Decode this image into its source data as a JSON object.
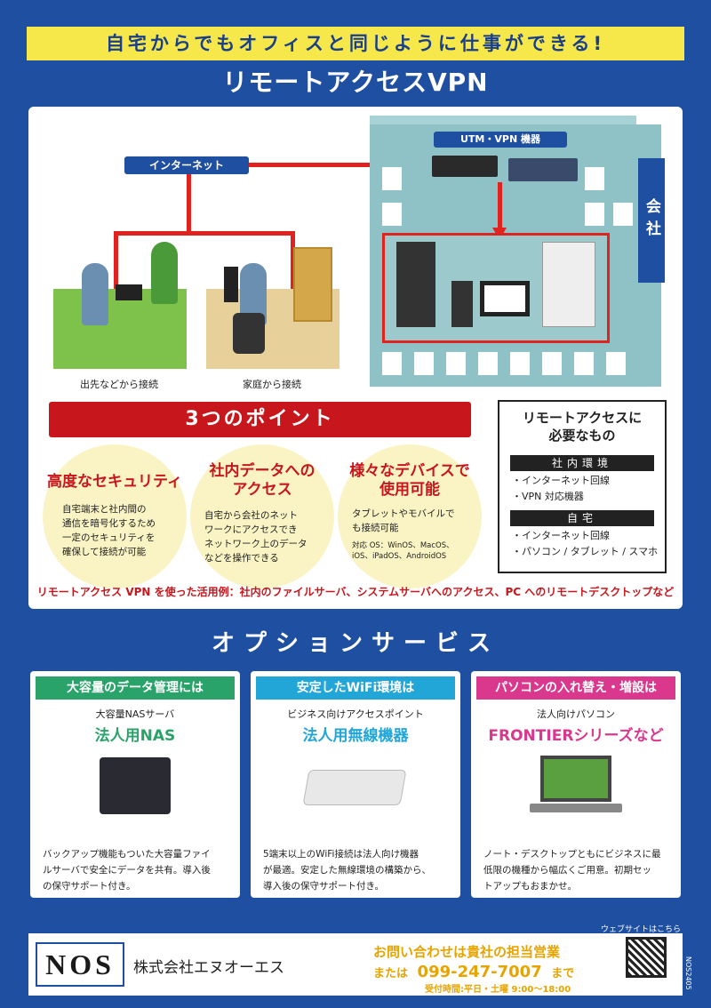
{
  "header": {
    "tagline": "自宅からでもオフィスと同じように仕事ができる!",
    "title": "リモートアクセスVPN"
  },
  "diagram": {
    "internet_label": "インターネット",
    "utm_label": "UTM・VPN 機器",
    "company_label": "会社",
    "remote_label": "出先などから接続",
    "home_label": "家庭から接続"
  },
  "points": {
    "banner": "3つのポイント",
    "items": [
      {
        "title": "高度なセキュリティ",
        "body": [
          "自宅端末と社内間の",
          "通信を暗号化するため",
          "一定のセキュリティを",
          "確保して接続が可能"
        ]
      },
      {
        "title_line1": "社内データへの",
        "title_line2": "アクセス",
        "body": [
          "自宅から会社のネット",
          "ワークにアクセスでき",
          "ネットワーク上のデータ",
          "などを操作できる"
        ]
      },
      {
        "title_line1": "様々なデバイスで",
        "title_line2": "使用可能",
        "body": [
          "タブレットやモバイルで",
          "も接続可能"
        ],
        "os_note": [
          "対応 OS：WinOS、MacOS、",
          "iOS、iPadOS、AndroidOS"
        ]
      }
    ]
  },
  "needs": {
    "title_line1": "リモートアクセスに",
    "title_line2": "必要なもの",
    "office_header": "社内環境",
    "office_items": [
      "・インターネット回線",
      "・VPN 対応機器"
    ],
    "home_header": "自宅",
    "home_items": [
      "・インターネット回線",
      "・パソコン / タブレット / スマホ"
    ]
  },
  "usage_note": "リモートアクセス VPN を使った活用例：社内のファイルサーバ、システムサーバへのアクセス、PC へのリモートデスクトップなど",
  "options": {
    "title": "オプションサービス",
    "cards": [
      {
        "head": "大容量のデータ管理には",
        "sub": "大容量NASサーバ",
        "product": "法人用NAS",
        "body": [
          "バックアップ機能もついた大容量ファイ",
          "ルサーバで安全にデータを共有。導入後",
          "の保守サポート付き。"
        ],
        "color": "#2aa36a"
      },
      {
        "head": "安定したWiFi環境は",
        "sub": "ビジネス向けアクセスポイント",
        "product": "法人用無線機器",
        "body": [
          "5端末以上のWiFi接続は法人向け機器",
          "が最適。安定した無線環境の構築から、",
          "導入後の保守サポート付き。"
        ],
        "color": "#22a6d8"
      },
      {
        "head": "パソコンの入れ替え・増設は",
        "sub": "法人向けパソコン",
        "product": "FRONTIERシリーズなど",
        "body": [
          "ノート・デスクトップともにビジネスに最",
          "低限の機種から幅広くご用意。初期セッ",
          "トアップもおまかせ。"
        ],
        "color": "#d9388c"
      }
    ]
  },
  "footer": {
    "logo_text": "NOS",
    "company": "株式会社エヌオーエス",
    "contact_line1": "お問い合わせは貴社の担当営業",
    "contact_prefix": "または",
    "phone": "099-247-7007",
    "contact_suffix": "まで",
    "hours": "受付時間:平日・土曜 9:00〜18:00",
    "website_note": "ウェブサイトはこちら",
    "side_code": "NOS2405"
  }
}
